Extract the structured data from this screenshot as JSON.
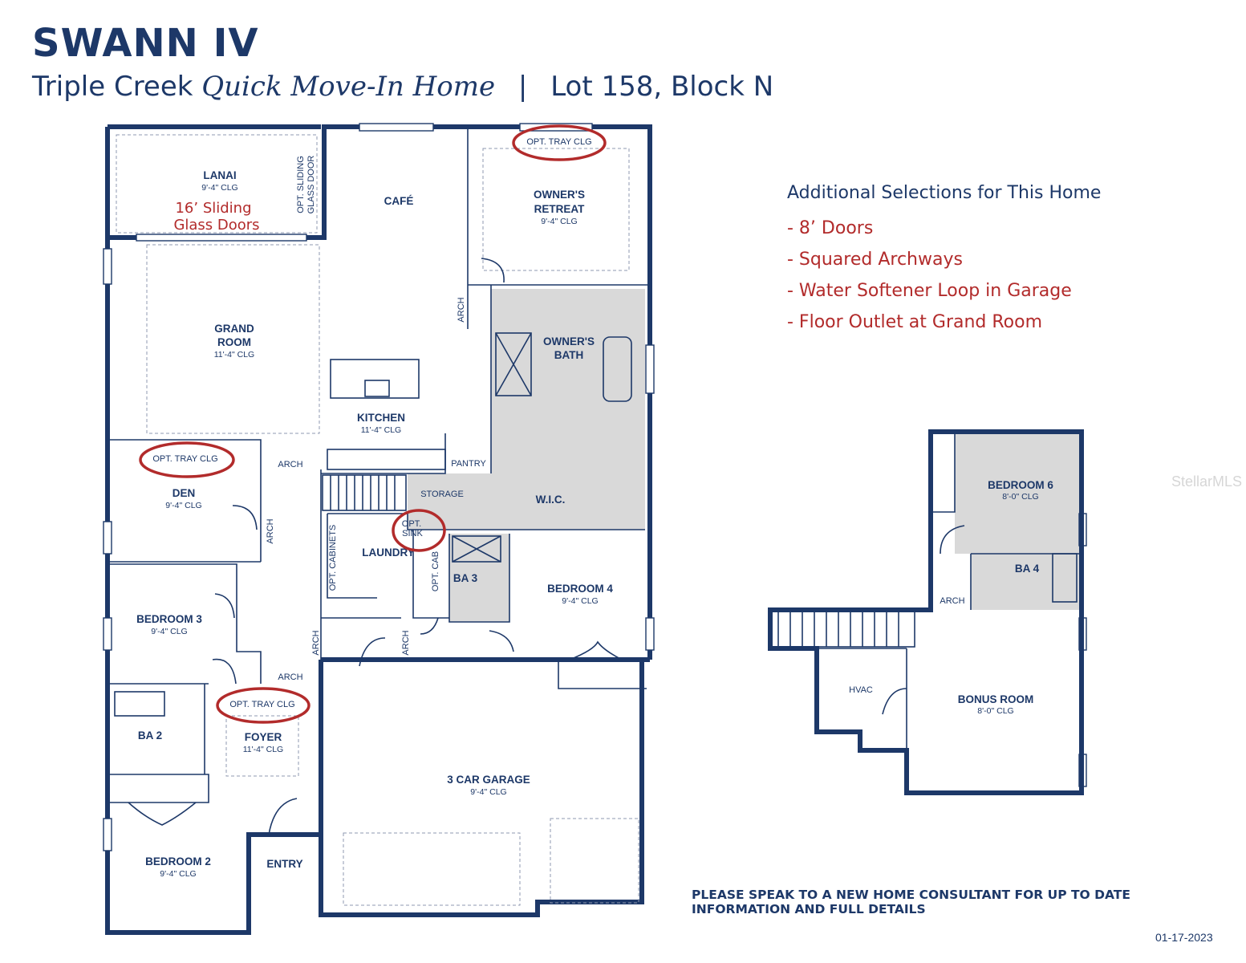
{
  "header": {
    "title": "SWANN IV",
    "community": "Triple Creek",
    "home_type": "Quick Move-In Home",
    "separator": "|",
    "lot": "Lot 158, Block N"
  },
  "selections": {
    "heading": "Additional Selections for This Home",
    "items": [
      "- 8’ Doors",
      "- Squared Archways",
      "- Water Softener Loop in Garage",
      "- Floor Outlet at Grand Room"
    ]
  },
  "notes": {
    "sliding_1": "16’ Sliding",
    "sliding_2": "Glass Doors",
    "opt_tray": "OPT. TRAY CLG",
    "opt_sink_1": "OPT.",
    "opt_sink_2": "SINK",
    "opt_sliding_1": "OPT. SLIDING",
    "opt_sliding_2": "GLASS DOOR",
    "opt_cabinets": "OPT. CABINETS",
    "opt_cab": "OPT. CAB",
    "arch": "ARCH",
    "storage": "STORAGE",
    "pantry": "PANTRY",
    "hvac": "HVAC"
  },
  "rooms": {
    "lanai": {
      "name": "LANAI",
      "ceiling": "9'-4\" CLG"
    },
    "cafe": {
      "name": "CAFÉ"
    },
    "owners_retreat": {
      "name1": "OWNER'S",
      "name2": "RETREAT",
      "ceiling": "9'-4\" CLG"
    },
    "grand_room": {
      "name1": "GRAND",
      "name2": "ROOM",
      "ceiling": "11'-4\" CLG"
    },
    "owners_bath": {
      "name1": "OWNER'S",
      "name2": "BATH"
    },
    "kitchen": {
      "name": "KITCHEN",
      "ceiling": "11'-4\" CLG"
    },
    "den": {
      "name": "DEN",
      "ceiling": "9'-4\" CLG"
    },
    "wic": {
      "name": "W.I.C."
    },
    "laundry": {
      "name": "LAUNDRY"
    },
    "ba3": {
      "name": "BA 3"
    },
    "bedroom4": {
      "name": "BEDROOM 4",
      "ceiling": "9'-4\" CLG"
    },
    "bedroom3": {
      "name": "BEDROOM 3",
      "ceiling": "9'-4\" CLG"
    },
    "ba2": {
      "name": "BA 2"
    },
    "foyer": {
      "name": "FOYER",
      "ceiling": "11'-4\" CLG"
    },
    "garage": {
      "name": "3 CAR GARAGE",
      "ceiling": "9'-4\" CLG"
    },
    "bedroom2": {
      "name": "BEDROOM 2",
      "ceiling": "9'-4\" CLG"
    },
    "entry": {
      "name": "ENTRY"
    },
    "bedroom6": {
      "name": "BEDROOM 6",
      "ceiling": "8'-0\" CLG"
    },
    "ba4": {
      "name": "BA 4"
    },
    "bonus": {
      "name": "BONUS ROOM",
      "ceiling": "8'-0\" CLG"
    }
  },
  "footer": {
    "disclaimer": "PLEASE SPEAK TO A NEW HOME CONSULTANT FOR UP TO DATE INFORMATION AND FULL DETAILS",
    "date": "01-17-2023",
    "watermark": "StellarMLS"
  },
  "colors": {
    "navy": "#1d3868",
    "red": "#b22b2b",
    "grey": "#d9d9d9"
  }
}
